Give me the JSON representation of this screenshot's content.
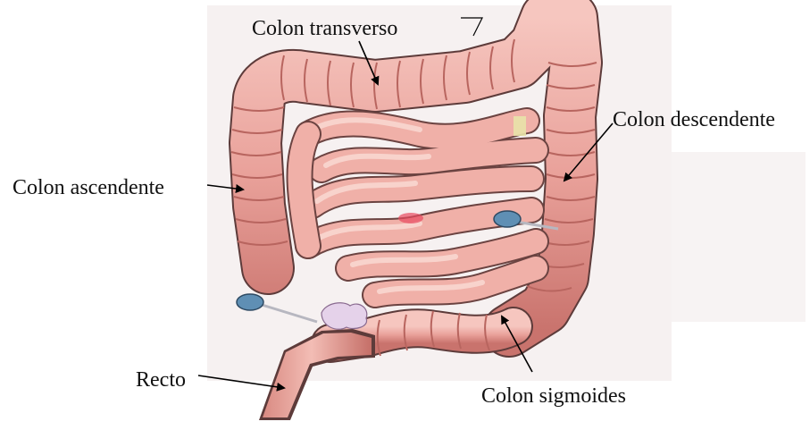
{
  "labels": {
    "transverse": "Colon transverso",
    "descending": "Colon descendente",
    "ascending": "Colon ascendente",
    "rectum": "Recto",
    "sigmoid": "Colon sigmoides"
  },
  "colors": {
    "colon_fill": "#e9a19a",
    "colon_dark": "#c9736d",
    "colon_light": "#f7cfc9",
    "intestine_fill": "#f0b0a8",
    "intestine_highlight": "#fbdcd6",
    "outline": "#5d3b3a",
    "arrow": "#000000",
    "pin_blue": "#5f8fb4",
    "fat_lilac": "#e5d2ea",
    "background_panel": "#f3eeee"
  },
  "icons": {
    "pin_left": "pin-icon",
    "pin_right": "pin-icon"
  }
}
